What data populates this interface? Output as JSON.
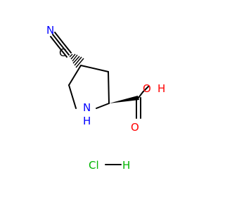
{
  "molecule": {
    "atoms": {
      "nitrile_n": "N",
      "nitrile_c": "C",
      "ring_nh": "N",
      "ring_nh_h": "H",
      "hydroxyl": "O",
      "hydroxyl_h": "H",
      "carbonyl_o": "O"
    },
    "salt": {
      "cl": "Cl",
      "h": "H"
    }
  },
  "colors": {
    "bond": "#000000",
    "carbon": "#000000",
    "nitrogen": "#0000ff",
    "oxygen": "#ff0000",
    "chlorine": "#00b400"
  }
}
